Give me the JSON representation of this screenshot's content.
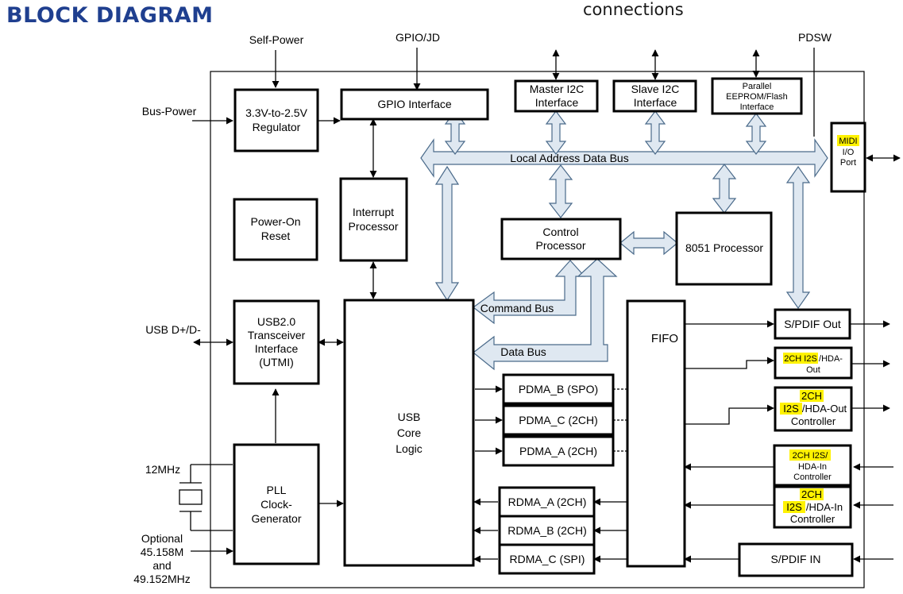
{
  "title": "BLOCK DIAGRAM",
  "subtitle": "connections",
  "external": {
    "self_power": "Self-Power",
    "gpio_jd": "GPIO/JD",
    "pdsw": "PDSW",
    "bus_power": "Bus-Power",
    "usb_dpdm": "USB D+/D-",
    "clk_12mhz": "12MHz",
    "optional": [
      "Optional",
      "45.158M",
      "and",
      "49.152MHz"
    ]
  },
  "blocks": {
    "regulator": [
      "3.3V-to-2.5V",
      "Regulator"
    ],
    "gpio_interface": [
      "GPIO Interface"
    ],
    "master_i2c": [
      "Master I2C",
      "Interface"
    ],
    "slave_i2c": [
      "Slave I2C",
      "Interface"
    ],
    "eeprom": [
      "Parallel",
      "EEPROM/Flash",
      "Interface"
    ],
    "midi_hl": "MIDI",
    "midi": [
      "I/O",
      "Port"
    ],
    "power_on_reset": [
      "Power-On",
      "Reset"
    ],
    "interrupt": [
      "Interrupt",
      "Processor"
    ],
    "control": [
      "Control",
      "Processor"
    ],
    "p8051": [
      "8051 Processor"
    ],
    "usb20": [
      "USB2.0",
      "Transceiver",
      "Interface",
      "(UTMI)"
    ],
    "usb_core": [
      "USB",
      "Core",
      "Logic"
    ],
    "fifo": "FIFO",
    "pll": [
      "PLL",
      "Clock-",
      "Generator"
    ],
    "pdma_b": "PDMA_B (SPO)",
    "pdma_c": "PDMA_C (2CH)",
    "pdma_a": "PDMA_A (2CH)",
    "rdma_a": "RDMA_A (2CH)",
    "rdma_b": "RDMA_B (2CH)",
    "rdma_c": "RDMA_C (SPI)",
    "spdif_out": "S/PDIF Out",
    "i2s_hda_out1_hl": "2CH I2S",
    "i2s_hda_out1": [
      "/HDA-",
      "Out"
    ],
    "i2s_out_ctrl_hl": [
      "2CH",
      "I2S"
    ],
    "i2s_out_ctrl": [
      "/HDA-Out",
      "Controller"
    ],
    "i2s_hda_in1_hl": "2CH I2S/",
    "i2s_hda_in1": [
      "HDA-In",
      "Controller"
    ],
    "i2s_in_ctrl_hl": [
      "2CH",
      "I2S"
    ],
    "i2s_in_ctrl": [
      "/HDA-In",
      "Controller"
    ],
    "spdif_in": "S/PDIF IN"
  },
  "buses": {
    "local_bus": "Local Address Data Bus",
    "command_bus": "Command Bus",
    "data_bus": "Data Bus"
  }
}
